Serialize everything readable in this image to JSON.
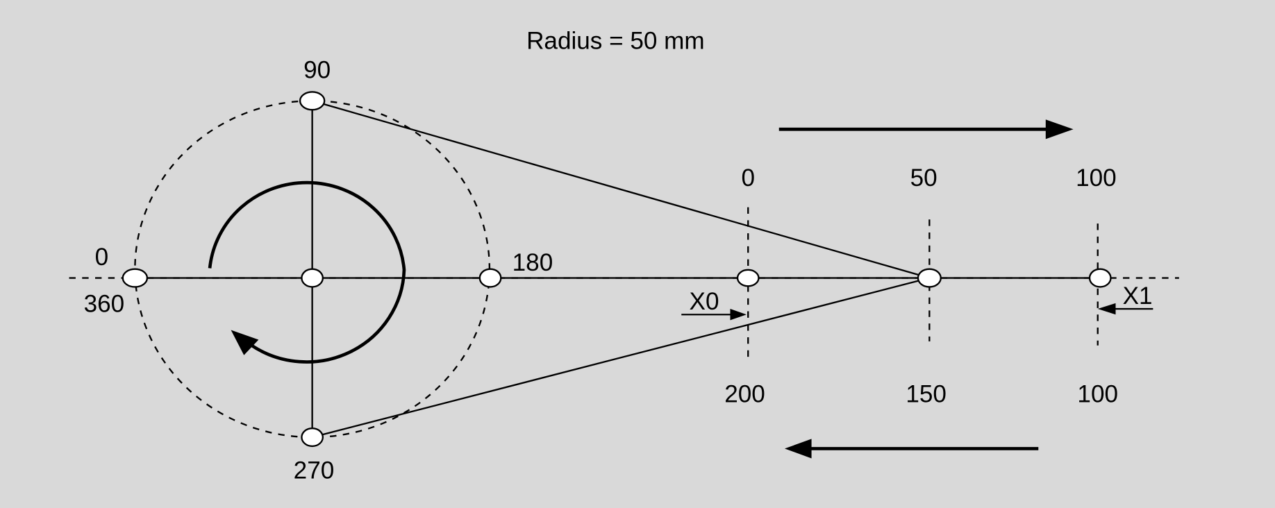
{
  "title": "Radius = 50 mm",
  "crank_labels": {
    "top": "90",
    "left_top": "0",
    "left_bottom": "360",
    "right": "180",
    "bottom": "270"
  },
  "stroke_labels": {
    "top": [
      "0",
      "50",
      "100"
    ],
    "bottom": [
      "200",
      "150",
      "100"
    ]
  },
  "markers": {
    "x0": "X0",
    "x1": "X1"
  },
  "colors": {
    "background": "#d9d9d9",
    "disk": "#ffffff",
    "ink": "#000000"
  }
}
